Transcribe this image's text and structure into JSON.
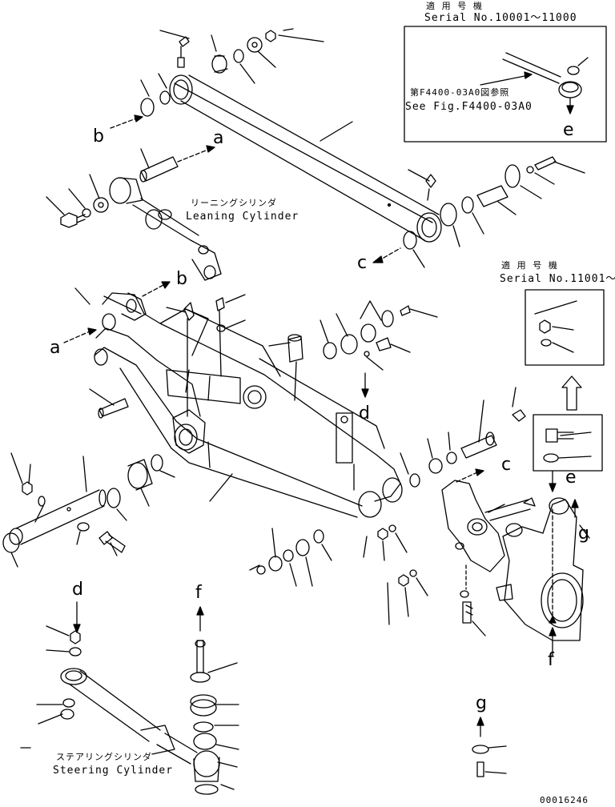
{
  "inset_top": {
    "title_jp": "適 用 号 機",
    "serial": "Serial No.10001〜11000",
    "ref_jp": "第F4400-03A0図参照",
    "ref_en": "See Fig.F4400-03A0",
    "arrow_label": "e"
  },
  "inset_right": {
    "title_jp": "適 用 号 機",
    "serial": "Serial No.11001〜"
  },
  "leaning_cylinder": {
    "jp": "リーニングシリンダ",
    "en": "Leaning Cylinder"
  },
  "steering_cylinder": {
    "jp": "ステアリングシリンダ",
    "en": "Steering Cylinder"
  },
  "refs": {
    "a1": "a",
    "a2": "a",
    "b1": "b",
    "b2": "b",
    "c1": "c",
    "c2": "c",
    "d1": "d",
    "d2": "d",
    "e1": "e",
    "f1": "f",
    "f2": "f",
    "g1": "g",
    "g2": "g"
  },
  "drawing_number": "00016246"
}
